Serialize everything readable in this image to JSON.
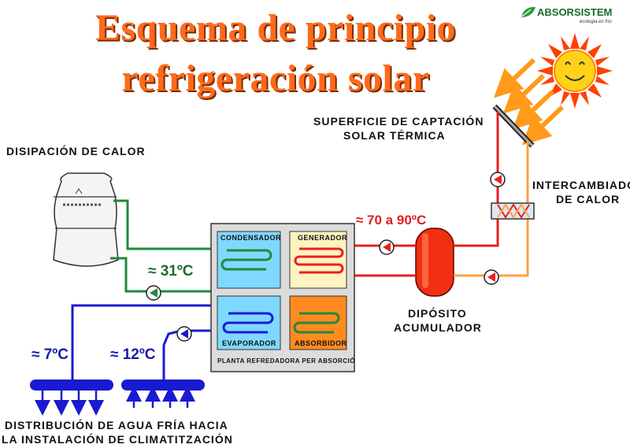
{
  "title": {
    "line1": "Esquema de principio",
    "line2": "refrigeración solar"
  },
  "logo": {
    "name": "ABSORSISTEM",
    "tagline": "ecologia en frio"
  },
  "labels": {
    "collector": [
      "SUPERFICIE DE CAPTACIÓN",
      "SOLAR TÉRMICA"
    ],
    "heat_dissipation": "DISIPACIÓN DE CALOR",
    "heat_exchanger": [
      "INTERCAMBIADOR",
      "DE CALOR"
    ],
    "tank": [
      "DIPÓSITO",
      "ACUMULADOR"
    ],
    "distribution": [
      "DISTRIBUCIÓN DE AGUA FRÍA HACIA",
      "LA INSTALACIÓN DE CLIMATITZACIÓN"
    ],
    "plant": "PLANTA REFREDADORA PER ABSORCIÓ",
    "condenser": "CONDENSADOR",
    "generator": "GENERADOR",
    "evaporator": "EVAPORADOR",
    "absorber": "ABSORBIDOR"
  },
  "temperatures": {
    "hot": "≈ 70 a 90ºC",
    "cooling": "≈ 31ºC",
    "cold_supply": "≈ 7ºC",
    "cold_return": "≈ 12ºC"
  },
  "colors": {
    "title": "#ff6a1a",
    "hot_pipe": "#e82020",
    "warm_pipe": "#ffa040",
    "cooling_pipe": "#1f8a3a",
    "cold_pipe": "#1a1ad0",
    "condenser_box": "#7fd8ff",
    "generator_box": "#fff4c0",
    "absorber_box": "#ff8a20",
    "plant_box": "#dcdcdc"
  }
}
